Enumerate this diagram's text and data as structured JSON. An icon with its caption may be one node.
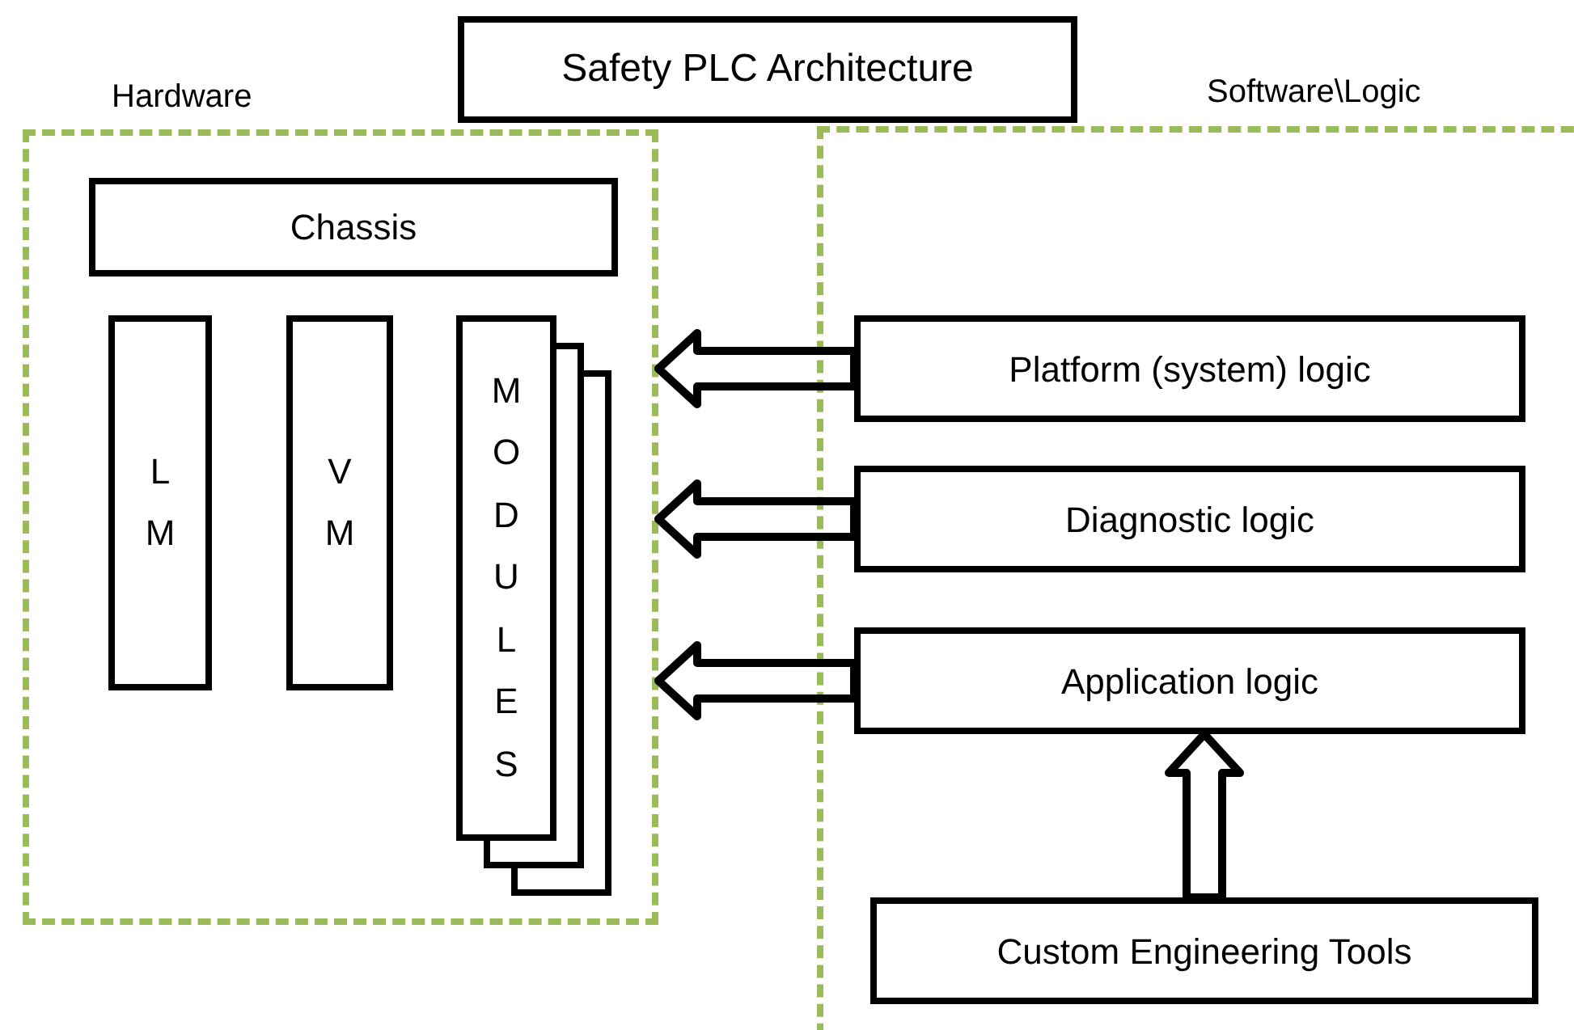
{
  "diagram": {
    "nodes": [
      {
        "text": [
          "Safety PLC Architecture"
        ]
      },
      {
        "text": [
          "Hardware"
        ]
      },
      {
        "text": [
          "Chassis"
        ],
        "in": 1
      },
      {
        "text": [
          "LM"
        ],
        "in": 1
      },
      {
        "text": [
          "VM"
        ],
        "in": 1
      },
      {
        "text": [
          "MODULES"
        ],
        "in": 1
      },
      {
        "text": [
          "Software\\Logic"
        ]
      },
      {
        "text": [
          "Platform (system) logic"
        ],
        "in": 6
      },
      {
        "text": [
          "Diagnostic logic"
        ],
        "in": 6
      },
      {
        "text": [
          "Application logic"
        ],
        "in": 6
      },
      {
        "text": [
          "Custom Engineering Tools"
        ],
        "in": 6
      }
    ],
    "edges": [
      {
        "from": 7,
        "to": 1,
        "arrow": "to"
      },
      {
        "from": 8,
        "to": 1,
        "arrow": "to"
      },
      {
        "from": 9,
        "to": 1,
        "arrow": "to"
      },
      {
        "from": 10,
        "to": 9,
        "arrow": "to"
      }
    ]
  }
}
